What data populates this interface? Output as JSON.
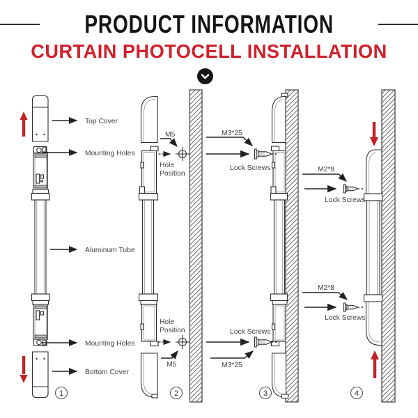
{
  "header": {
    "title": "PRODUCT INFORMATION",
    "subtitle": "CURTAIN PHOTOCELL INSTALLATION"
  },
  "colors": {
    "title_black": "#141414",
    "accent_red": "#D0202A",
    "arrow_red": "#C22328",
    "line_dark": "#2F2F2F",
    "label_gray": "#3F3F3F"
  },
  "step1": {
    "number": "1",
    "label_top_cover": "Top Cover",
    "label_mounting_holes_top": "Mounting Holes",
    "label_aluminum_tube": "Aluminum Tube",
    "label_mounting_holes_bottom": "Mounting Holes",
    "label_bottom_cover": "Bottom Cover"
  },
  "step2": {
    "number": "2",
    "label_m5_top": "M5",
    "label_hole_top_line1": "Hole",
    "label_hole_top_line2": "Position",
    "label_hole_bottom_line1": "Hole",
    "label_hole_bottom_line2": "Position",
    "label_m5_bottom": "M5"
  },
  "step3": {
    "number": "3",
    "label_m3_top": "M3*25",
    "label_lock_screws_top": "Lock Screws",
    "label_lock_screws_bottom": "Lock Screws",
    "label_m3_bottom": "M3*25"
  },
  "step4": {
    "number": "4",
    "label_m2_top": "M2*8",
    "label_lock_screws_top": "Lock Screws",
    "label_m2_bottom": "M2*8",
    "label_lock_screws_bottom": "Lock Screws"
  }
}
